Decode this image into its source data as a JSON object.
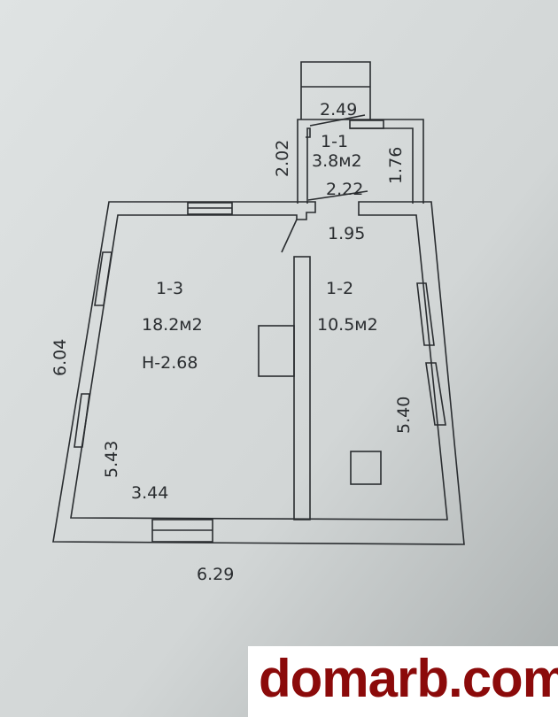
{
  "rooms": [
    {
      "id": "1-1",
      "area": "3.8м2"
    },
    {
      "id": "1-2",
      "area": "10.5м2"
    },
    {
      "id": "1-3",
      "area": "18.2м2",
      "height": "Н-2.68"
    }
  ],
  "dimensions": {
    "porch_width": "2.49",
    "vestibule_height_left": "2.02",
    "vestibule_height_right": "1.76",
    "vestibule_width": "2.22",
    "room_1_2_width": "1.95",
    "room_1_2_length": "5.40",
    "room_1_3_length": "5.43",
    "room_1_3_width": "3.44",
    "overall_length": "6.04",
    "overall_width": "6.29"
  },
  "watermark": {
    "text": "domarb.com",
    "color": "#8b0a0a"
  }
}
